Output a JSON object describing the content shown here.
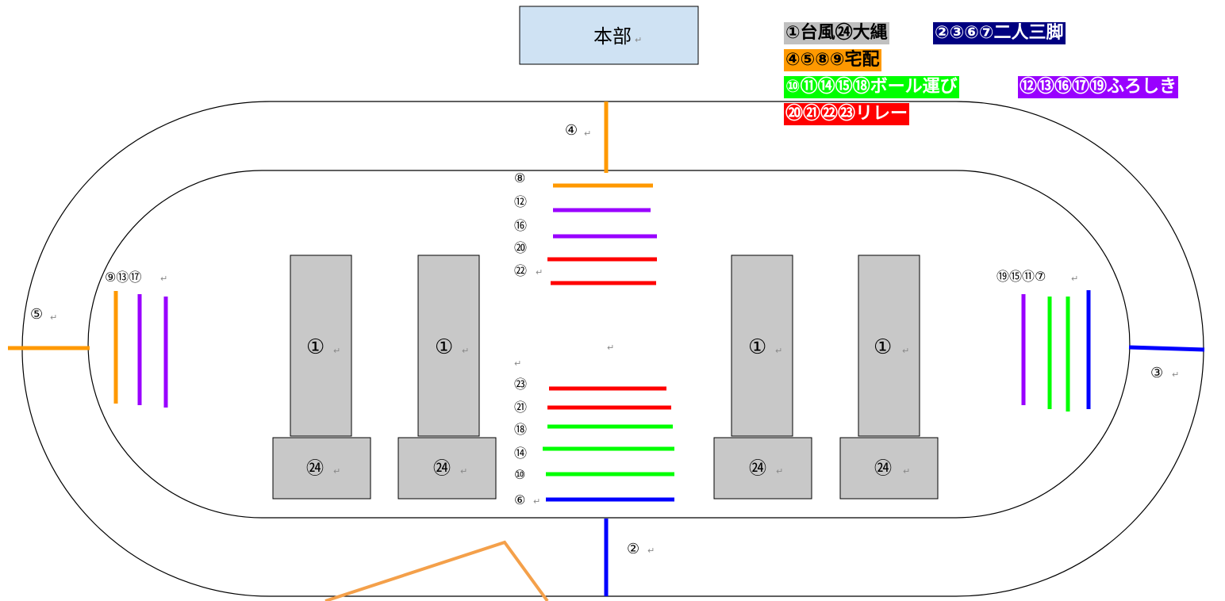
{
  "hq": {
    "label": "本部"
  },
  "legend": [
    {
      "text": "①台風㉔大縄",
      "bg": "#c0c0c0",
      "fg": "#000000"
    },
    {
      "text": "②③⑥⑦二人三脚",
      "bg": "#000080",
      "fg": "#ffffff"
    },
    {
      "text": "④⑤⑧⑨宅配",
      "bg": "#ff9900",
      "fg": "#000000"
    },
    {
      "text": "⑩⑪⑭⑮⑱ボール運び",
      "bg": "#00ff00",
      "fg": "#ffffff"
    },
    {
      "text": "⑫⑬⑯⑰⑲ふろしき",
      "bg": "#9900ff",
      "fg": "#ffffff"
    },
    {
      "text": "⑳㉑㉒㉓リレー",
      "bg": "#ff0000",
      "fg": "#ffffff"
    }
  ],
  "colors": {
    "orange": "#ff9900",
    "purple": "#9900ff",
    "red": "#ff0000",
    "green": "#00ff00",
    "blue": "#0000ff",
    "box": "#c8c8c8",
    "hq": "#cfe2f3"
  },
  "field": {
    "typhoon_label": "①",
    "rope_label": "㉔"
  },
  "labels": {
    "n4": "④",
    "n5": "⑤",
    "n3": "③",
    "n2": "②",
    "left_group": "⑨⑬⑰",
    "right_group": "⑲⑮⑪⑦",
    "top_nums": [
      "⑧",
      "⑫",
      "⑯",
      "⑳",
      "㉒"
    ],
    "bottom_nums": [
      "㉓",
      "㉑",
      "⑱",
      "⑭",
      "⑩",
      "⑥"
    ]
  },
  "return_mark": "↵"
}
